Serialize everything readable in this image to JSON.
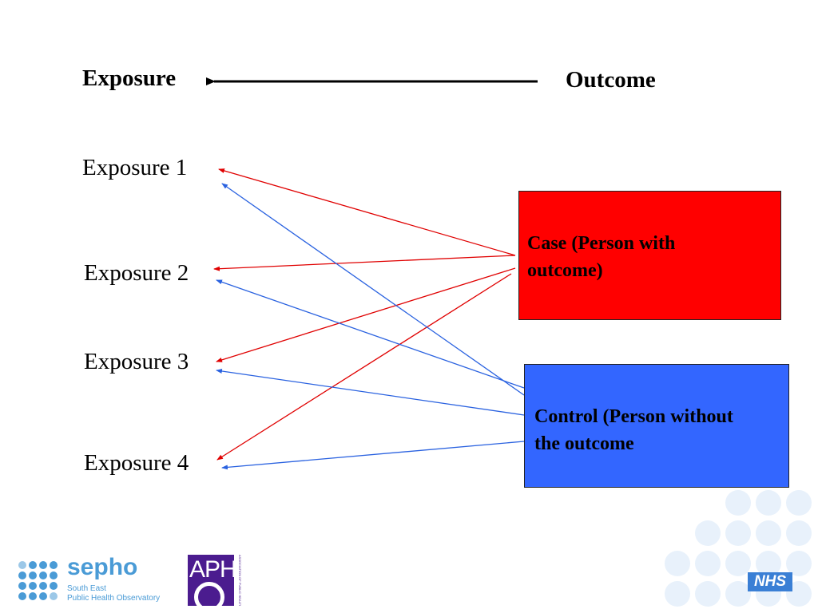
{
  "header": {
    "exposure": "Exposure",
    "outcome": "Outcome"
  },
  "exposures": [
    "Exposure 1",
    "Exposure 2",
    "Exposure 3",
    "Exposure 4"
  ],
  "case_box": {
    "line1": "Case (Person with",
    "line2": "outcome)",
    "color": "#ff0000"
  },
  "control_box": {
    "line1": "Control (Person without",
    "line2": "the outcome",
    "color": "#3366ff"
  },
  "arrow_colors": {
    "case": "#e00000",
    "control": "#2a62e0"
  },
  "logos": {
    "sepho": {
      "name": "sepho",
      "line1": "South East",
      "line2": "Public Health Observatory",
      "color": "#4a9bd6"
    },
    "apho": {
      "letters": "APHO",
      "side_text": "ASSOCIATION OF PUBLIC HEALTH OBSERVATORIES",
      "color": "#4b1c8f"
    },
    "nhs": {
      "text": "NHS",
      "color": "#3a7fd5"
    }
  }
}
